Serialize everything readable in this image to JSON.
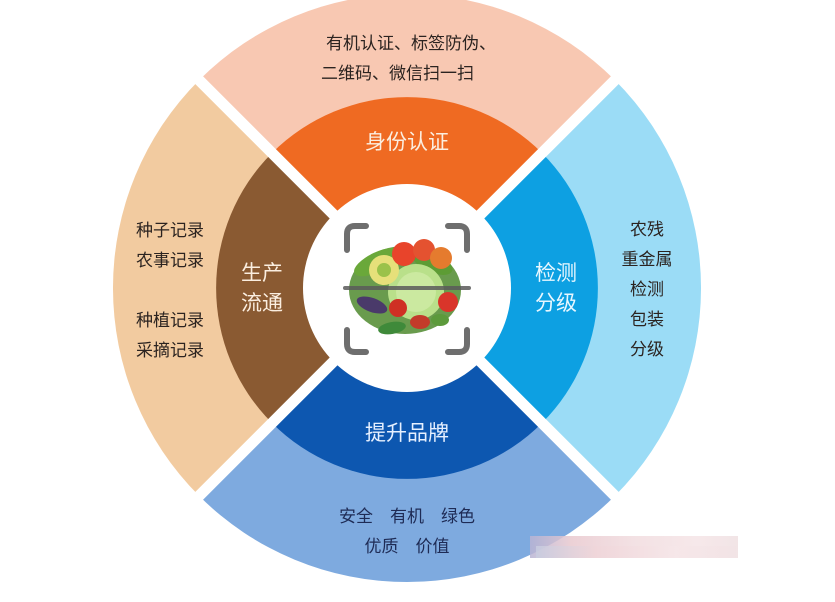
{
  "diagram": {
    "center": {
      "icon": "vegetable-basket-scan-icon"
    },
    "segments": [
      {
        "id": "identity",
        "position": "top",
        "inner_label": "身份认证",
        "outer_lines": [
          "有机认证、标签防伪、",
          "二维码、微信扫一扫"
        ],
        "inner_color": "#ef6a22",
        "outer_color": "#f8c8b2"
      },
      {
        "id": "inspection",
        "position": "right",
        "inner_label_lines": [
          "检测",
          "分级"
        ],
        "outer_lines": [
          "农残",
          "重金属",
          "检测",
          "包装",
          "分级"
        ],
        "inner_color": "#0da0e2",
        "outer_color": "#9bdcf6"
      },
      {
        "id": "brand",
        "position": "bottom",
        "inner_label": "提升品牌",
        "outer_lines": [
          "安全　有机　绿色",
          "优质　价值"
        ],
        "inner_color": "#0d57b0",
        "outer_color": "#7eaadf"
      },
      {
        "id": "production",
        "position": "left",
        "inner_label_lines": [
          "生产",
          "流通"
        ],
        "outer_lines": [
          "种子记录",
          "农事记录",
          "",
          "种植记录",
          "采摘记录"
        ],
        "inner_color": "#8a5a32",
        "outer_color": "#f2cba0"
      }
    ]
  }
}
